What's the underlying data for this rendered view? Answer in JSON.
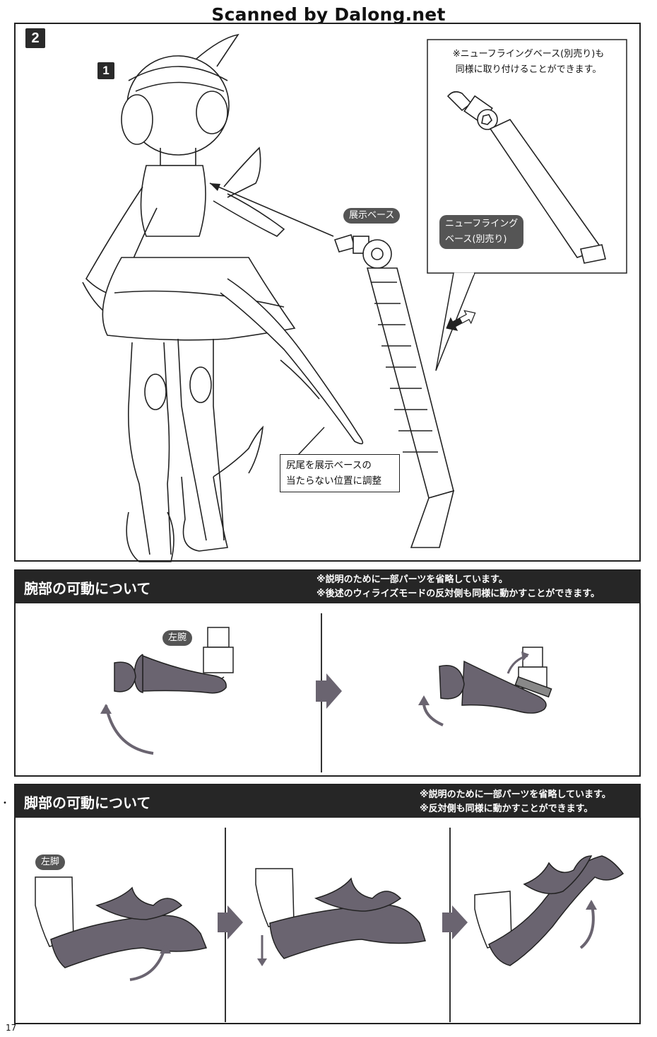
{
  "watermark": "Scanned by Dalong.net",
  "page_number": "17",
  "step2": {
    "step_number": "2",
    "sub_step": "1",
    "labels": {
      "display_base": "展示ベース",
      "new_flying_base_line1": "ニューフライング",
      "new_flying_base_line2": "ベース(別売り)"
    },
    "note_line1": "※ニューフライングベース(別売り)も",
    "note_line2": "同様に取り付けることができます。",
    "tail_note_line1": "尻尾を展示ベースの",
    "tail_note_line2": "当たらない位置に調整"
  },
  "arm_section": {
    "title": "腕部の可動について",
    "note_line1": "※説明のために一部パーツを省略しています。",
    "note_line2": "※後述のウィライズモードの反対側も同様に動かすことができます。",
    "part_label": "左腕"
  },
  "leg_section": {
    "title": "脚部の可動について",
    "note_line1": "※説明のために一部パーツを省略しています。",
    "note_line2": "※反対側も同様に動かすことができます。",
    "part_label": "左脚"
  },
  "colors": {
    "header": "#262626",
    "pill": "#555555",
    "part_fill": "#6a6470"
  }
}
